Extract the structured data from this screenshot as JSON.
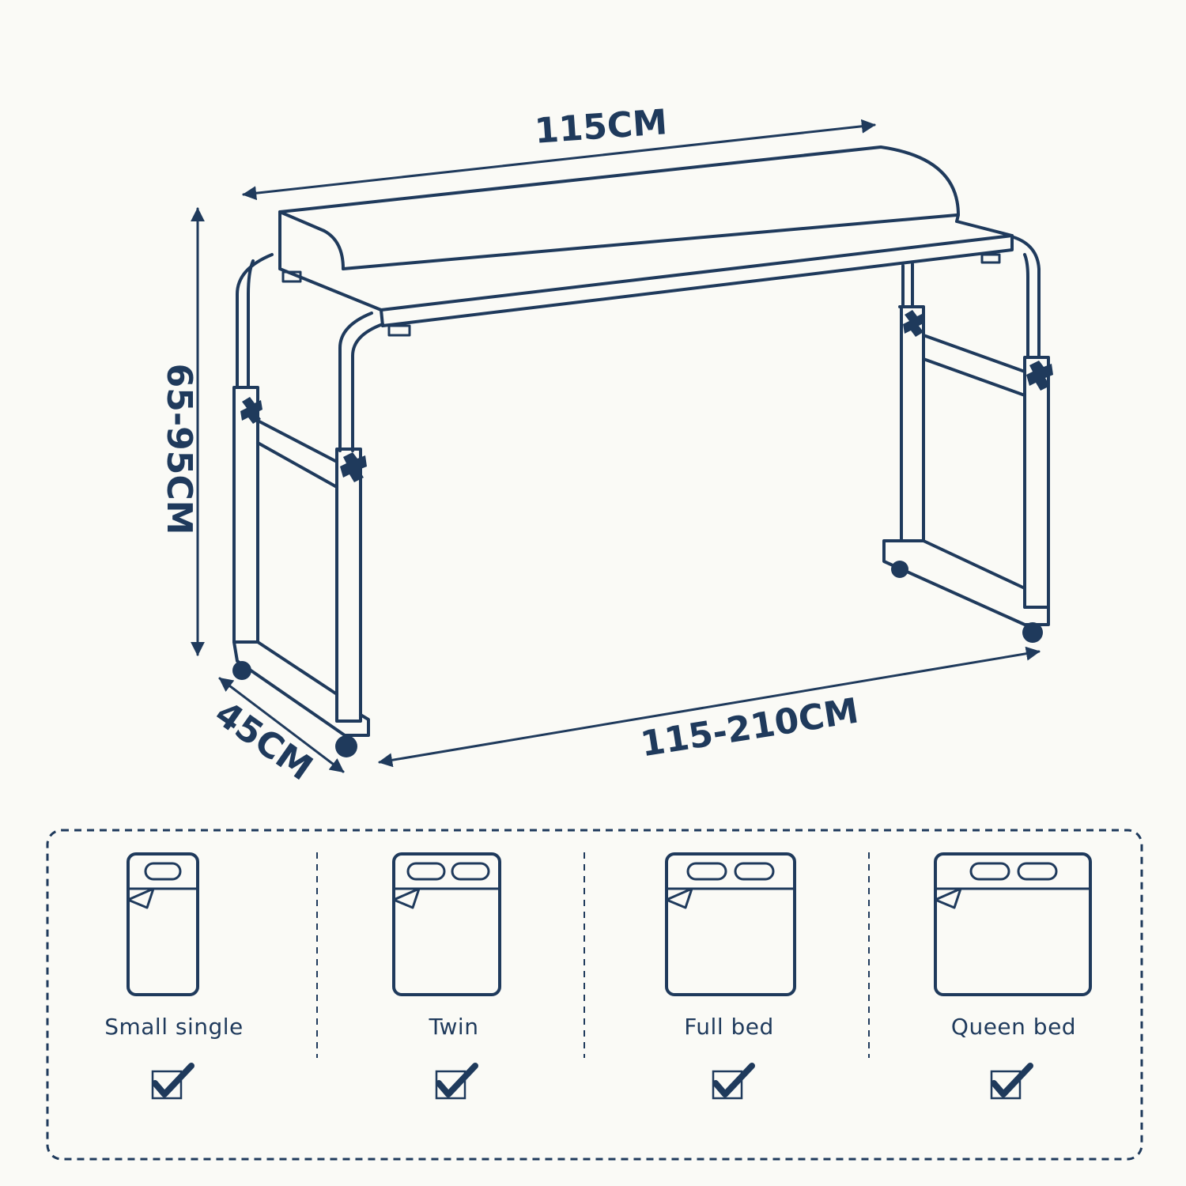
{
  "dimensions": {
    "width": "115CM",
    "height": "65-95CM",
    "depth": "45CM",
    "span": "115-210CM"
  },
  "bed_sizes": [
    {
      "label": "Small single",
      "pillows": 1,
      "compatible": true
    },
    {
      "label": "Twin",
      "pillows": 2,
      "compatible": true
    },
    {
      "label": "Full bed",
      "pillows": 2,
      "compatible": true
    },
    {
      "label": "Queen bed",
      "pillows": 2,
      "compatible": true
    }
  ],
  "colors": {
    "ink": "#1f3a5c",
    "background": "#fafaf6"
  }
}
